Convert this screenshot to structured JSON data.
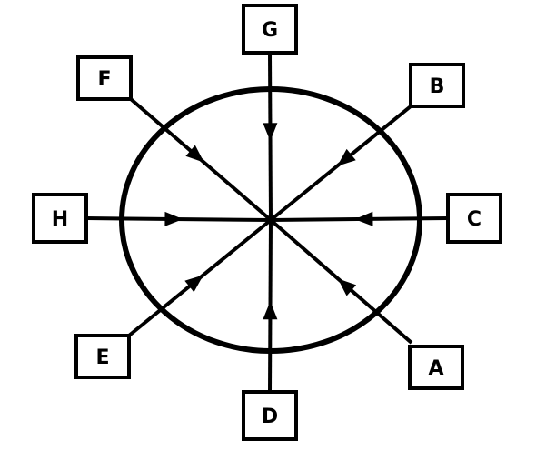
{
  "colors": {
    "stroke": "#000000",
    "background": "#ffffff"
  },
  "nodes": [
    {
      "id": "A",
      "label": "A"
    },
    {
      "id": "B",
      "label": "B"
    },
    {
      "id": "C",
      "label": "C"
    },
    {
      "id": "D",
      "label": "D"
    },
    {
      "id": "E",
      "label": "E"
    },
    {
      "id": "F",
      "label": "F"
    },
    {
      "id": "G",
      "label": "G"
    },
    {
      "id": "H",
      "label": "H"
    }
  ],
  "edges": [
    {
      "from": "A",
      "to": "center",
      "arrow": "toward-center"
    },
    {
      "from": "B",
      "to": "center",
      "arrow": "toward-center"
    },
    {
      "from": "C",
      "to": "center",
      "arrow": "toward-center"
    },
    {
      "from": "D",
      "to": "center",
      "arrow": "toward-center"
    },
    {
      "from": "E",
      "to": "center",
      "arrow": "toward-center"
    },
    {
      "from": "F",
      "to": "center",
      "arrow": "toward-center"
    },
    {
      "from": "G",
      "to": "center",
      "arrow": "toward-center"
    },
    {
      "from": "H",
      "to": "center",
      "arrow": "toward-center"
    }
  ]
}
